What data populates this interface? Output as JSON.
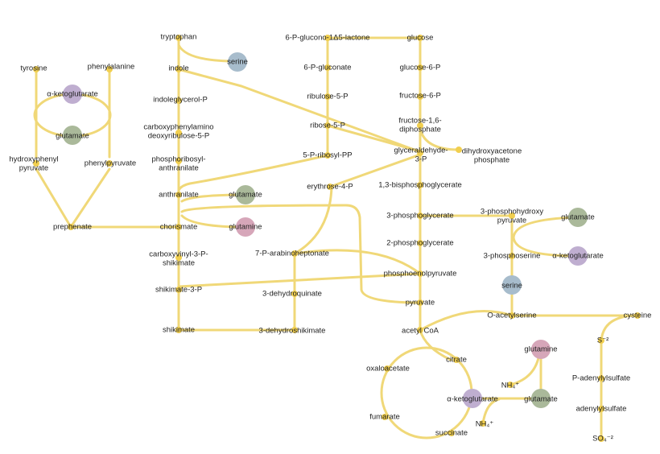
{
  "colors": {
    "edge": "#f0d878",
    "node": "#f1cf4f",
    "glutamate": "#aab99a",
    "ketoglutarate": "#bfaed0",
    "serine": "#a7bccc",
    "glutamine": "#d6a6b9",
    "text": "#222222"
  },
  "metabolites": {
    "tryptophan": "tryptophan",
    "indole": "indole",
    "indoleglycerol_p": "indoleglycerol-P",
    "carboxyphenylamino_1": "carboxyphenylamino",
    "carboxyphenylamino_2": "deoxyribulose-5-P",
    "phosphoribosyl_1": "phosphoribosyl-",
    "phosphoribosyl_2": "anthranilate",
    "anthranilate": "anthranilate",
    "chorismate": "chorismate",
    "carboxyvinyl_1": "carboxyvinyl-3-P-",
    "carboxyvinyl_2": "shikimate",
    "shikimate_3p": "shikimate-3-P",
    "shikimate": "shikimate",
    "tyrosine": "tyrosine",
    "phenylalanine": "phenylalanine",
    "hydroxyphenylpyruvate_1": "hydroxyphenyl",
    "hydroxyphenylpyruvate_2": "pyruvate",
    "phenylpyruvate": "phenylpyruvate",
    "prephenate": "prephenate",
    "lactone": "6-P-glucono-1Δ5-lactone",
    "gluconate": "6-P-gluconate",
    "ribulose": "ribulose-5-P",
    "ribose": "ribose-5-P",
    "ribosyl_pp": "5-P-ribosyl-PP",
    "erythrose": "erythrose-4-P",
    "arabinoheptonate": "7-P-arabinoheptonate",
    "dehydroquinate": "3-dehydroquinate",
    "dehydroshikimate": "3-dehydroshikimate",
    "glucose": "glucose",
    "glucose_6p": "glucose-6-P",
    "fructose_6p": "fructose-6-P",
    "fructose_bp_1": "fructose-1,6-",
    "fructose_bp_2": "diphosphate",
    "dhap_1": "dihydroxyacetone",
    "dhap_2": "phosphate",
    "g3p_1": "glyceraldehyde-",
    "g3p_2": "3-P",
    "bpg": "1,3-bisphosphoglycerate",
    "pg3": "3-phosphoglycerate",
    "pg2": "2-phosphoglycerate",
    "pep": "phosphoenolpyruvate",
    "pyruvate": "pyruvate",
    "acetyl_coa": "acetyl CoA",
    "phpyr_1": "3-phosphohydroxy",
    "phpyr_2": "pyruvate",
    "phosphoserine": "3-phosphoserine",
    "o_acetylserine": "O-acetylserine",
    "cysteine": "cysteine",
    "s2": "S⁻²",
    "p_adenylylsulfate": "P-adenylylsulfate",
    "adenylylsulfate": "adenylylsulfate",
    "so4": "SO₄⁻²",
    "citrate": "citrate",
    "oxaloacetate": "oxaloacetate",
    "fumarate": "fumarate",
    "succinate": "succinate",
    "akg_tca": "α-ketoglutarate",
    "nh4_a": "NH₄⁺",
    "nh4_b": "NH₄⁺"
  },
  "cofactors": {
    "akg_aromatic": "α-ketoglutarate",
    "glutamate_aromatic": "glutamate",
    "serine_trp": "serine",
    "glutamate_anth": "glutamate",
    "glutamine_anth": "glutamine",
    "glutamate_ser": "glutamate",
    "akg_ser": "α-ketoglutarate",
    "serine_cys": "serine",
    "glutamine_tca": "glutamine",
    "glutamate_tca": "glutamate"
  }
}
